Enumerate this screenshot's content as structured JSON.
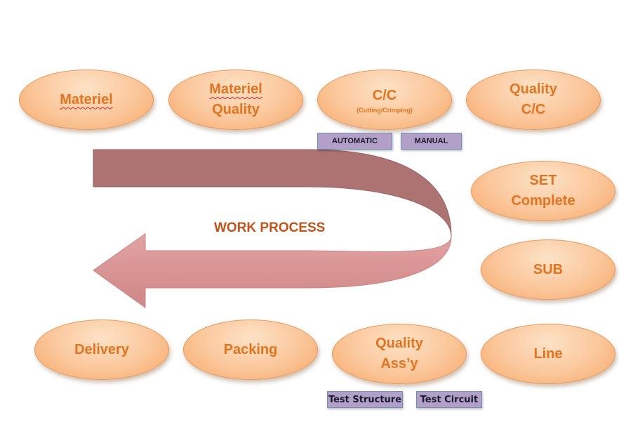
{
  "nodes": {
    "materiel": "Materiel",
    "materiel_quality": [
      "Materiel",
      "Quality"
    ],
    "cc": "C/C",
    "cc_sub": "(Cutting/Crimping)",
    "quality_cc": [
      "Quality",
      "C/C"
    ],
    "set_complete": [
      "SET",
      "Complete"
    ],
    "sub": "SUB",
    "line": "Line",
    "quality_assy": [
      "Quality",
      "Ass’y"
    ],
    "packing": "Packing",
    "delivery": "Delivery"
  },
  "tags": {
    "automatic": "AUTOMATIC",
    "manual": "MANUAL",
    "test_structure": "Test Structure",
    "test_circuit": "Test Circuit"
  },
  "arrow_label": "WORK PROCESS",
  "colors": {
    "oval_fill": "#fbc69a",
    "oval_text": "#e3731f",
    "tag_fill": "#b3a0c8",
    "arrow_upper": "#ad7272",
    "arrow_lower": "#d99393",
    "label": "#c0541a"
  }
}
